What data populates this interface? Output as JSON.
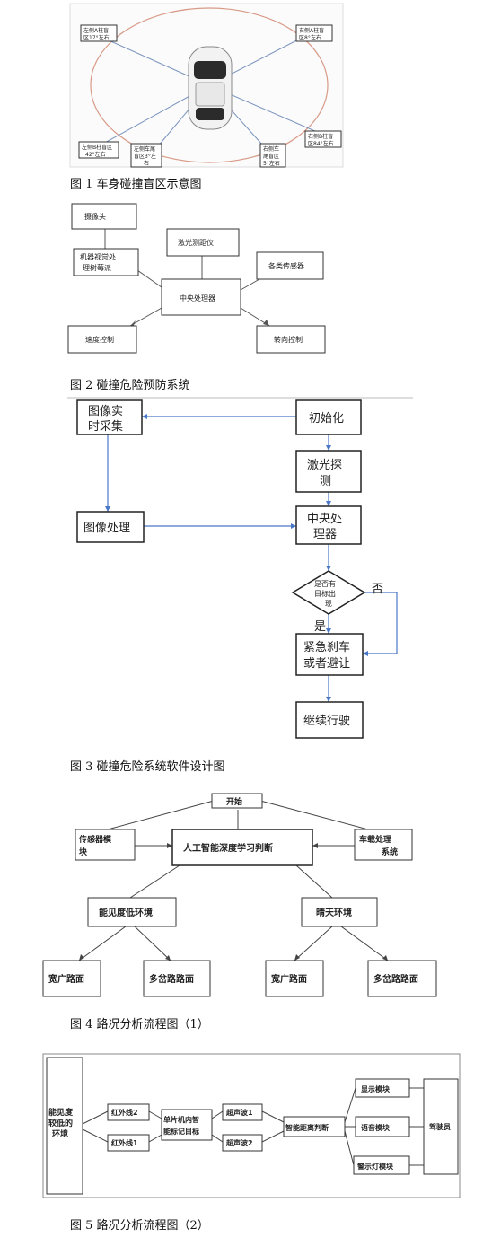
{
  "fig1": {
    "caption": "图 1  车身碰撞盲区示意图",
    "labels": [
      {
        "l1": "左侧A柱盲",
        "l2": "区17°左右"
      },
      {
        "l1": "右侧A柱盲",
        "l2": "区8°左右"
      },
      {
        "l1": "右侧B柱盲",
        "l2": "区84°左右"
      },
      {
        "l1": "左侧B柱盲区",
        "l2": "42°左右"
      },
      {
        "l1": "左侧车尾",
        "l2": "盲区3°左",
        "l3": "右"
      },
      {
        "l1": "右侧车",
        "l2": "尾盲区",
        "l3": "5°左右"
      }
    ]
  },
  "fig2": {
    "caption": "图 2  碰撞危险预防系统",
    "camera": "摄像头",
    "laser": "激光测距仪",
    "vision1": "机器视觉处",
    "vision2": "理树莓派",
    "center": "中央处理器",
    "sensors": "各类传感器",
    "speed": "速度控制",
    "steer": "转向控制"
  },
  "fig3": {
    "caption": "图 3 碰撞危险系统软件设计图",
    "capture1": "图像实",
    "capture2": "时采集",
    "init": "初始化",
    "laser1": "激光探",
    "laser2": "测",
    "imgproc": "图像处理",
    "cpu1": "中央处",
    "cpu2": "理器",
    "dec1": "是否有",
    "dec2": "目标出",
    "dec3": "现",
    "no": "否",
    "yes": "是",
    "brake1": "紧急刹车",
    "brake2": "或者避让",
    "cont": "继续行驶"
  },
  "fig4": {
    "caption": "图 4 路况分析流程图（1）",
    "start": "开始",
    "sensor1": "传感器模",
    "sensor2": "块",
    "ai": "人工智能深度学习判断",
    "vehicle1": "车载处理",
    "vehicle2": "系统",
    "lowvis": "能见度低环境",
    "sunny": "晴天环境",
    "wide1": "宽广路面",
    "fork1": "多岔路路面",
    "wide2": "宽广路面",
    "fork2": "多岔路路面"
  },
  "fig5": {
    "caption": "图 5 路况分析流程图（2）",
    "env1": "能见度",
    "env2": "较低的",
    "env3": "环境",
    "ir2": "红外线2",
    "ir1": "红外线1",
    "mcu1": "单片机内智",
    "mcu2": "能标记目标",
    "us1": "超声波1",
    "us2": "超声波2",
    "smart": "智能距离判断",
    "display": "显示模块",
    "voice": "语音模块",
    "warn": "警示灯模块",
    "driver": "驾驶员"
  }
}
